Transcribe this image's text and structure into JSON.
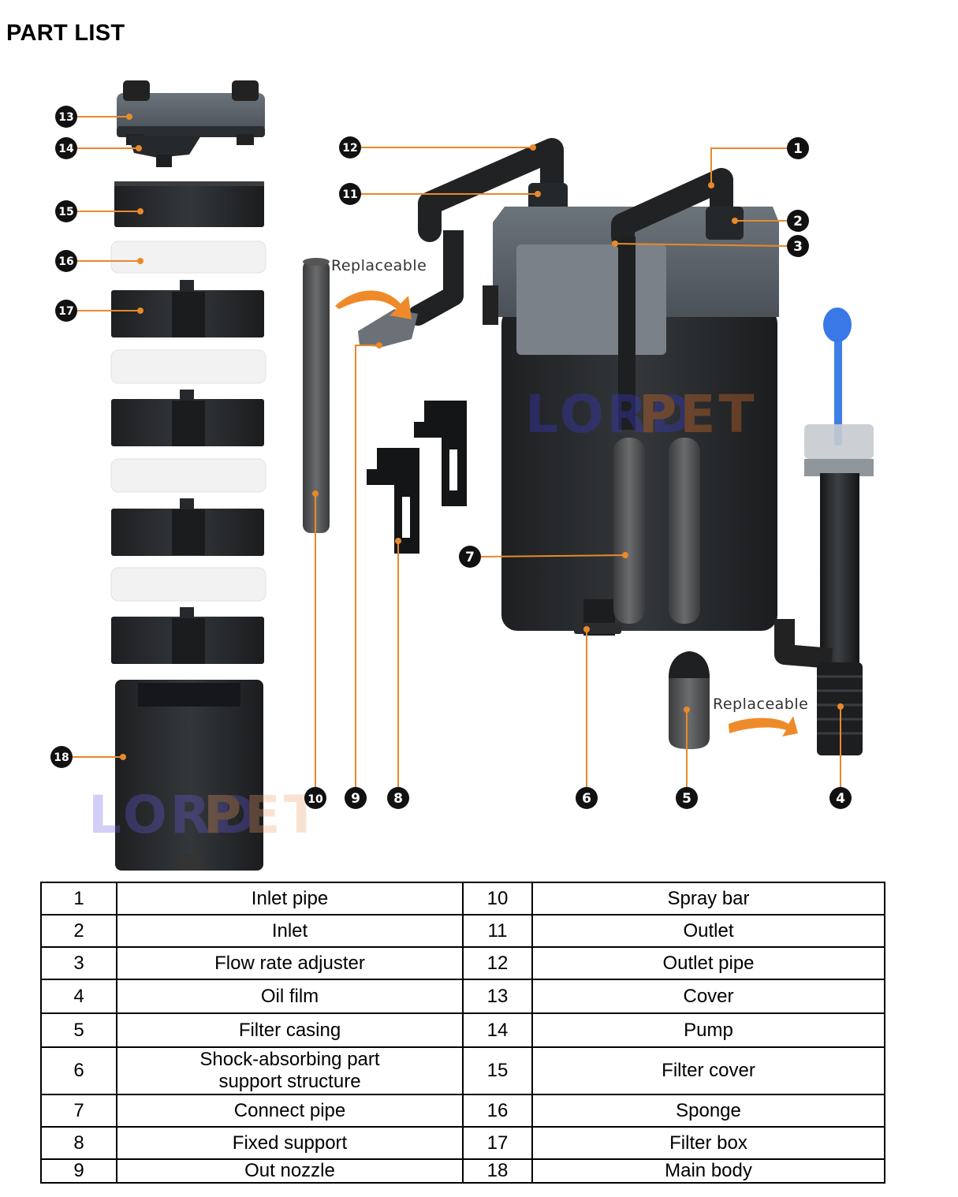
{
  "page": {
    "title": "PART LIST"
  },
  "diagram": {
    "replaceable_label": "Replaceable",
    "watermark": [
      "LORD",
      "PET"
    ],
    "callouts": [
      "1",
      "2",
      "3",
      "4",
      "5",
      "6",
      "7",
      "8",
      "9",
      "10",
      "11",
      "12",
      "13",
      "14",
      "15",
      "16",
      "17",
      "18"
    ]
  },
  "parts_table": {
    "rows": [
      {
        "left_no": "1",
        "left_name": "Inlet pipe",
        "right_no": "10",
        "right_name": "Spray bar"
      },
      {
        "left_no": "2",
        "left_name": "Inlet",
        "right_no": "11",
        "right_name": "Outlet"
      },
      {
        "left_no": "3",
        "left_name": "Flow rate adjuster",
        "right_no": "12",
        "right_name": "Outlet pipe"
      },
      {
        "left_no": "4",
        "left_name": "Oil film",
        "right_no": "13",
        "right_name": "Cover"
      },
      {
        "left_no": "5",
        "left_name": "Filter casing",
        "right_no": "14",
        "right_name": "Pump"
      },
      {
        "left_no": "6",
        "left_name_line1": "Shock-absorbing part",
        "left_name_line2": "support structure",
        "right_no": "15",
        "right_name": "Filter cover"
      },
      {
        "left_no": "7",
        "left_name": "Connect pipe",
        "right_no": "16",
        "right_name": "Sponge"
      },
      {
        "left_no": "8",
        "left_name": "Fixed support",
        "right_no": "17",
        "right_name": "Filter box"
      },
      {
        "left_no": "9",
        "left_name": "Out nozzle",
        "right_no": "18",
        "right_name": "Main body"
      }
    ]
  },
  "colors": {
    "leader": "#e8892a",
    "badge": "#111111",
    "body_dark": "#2a2c2e",
    "body_grey": "#5d646b",
    "sponge": "#f2f2f2",
    "knob": "#3b78e7"
  }
}
